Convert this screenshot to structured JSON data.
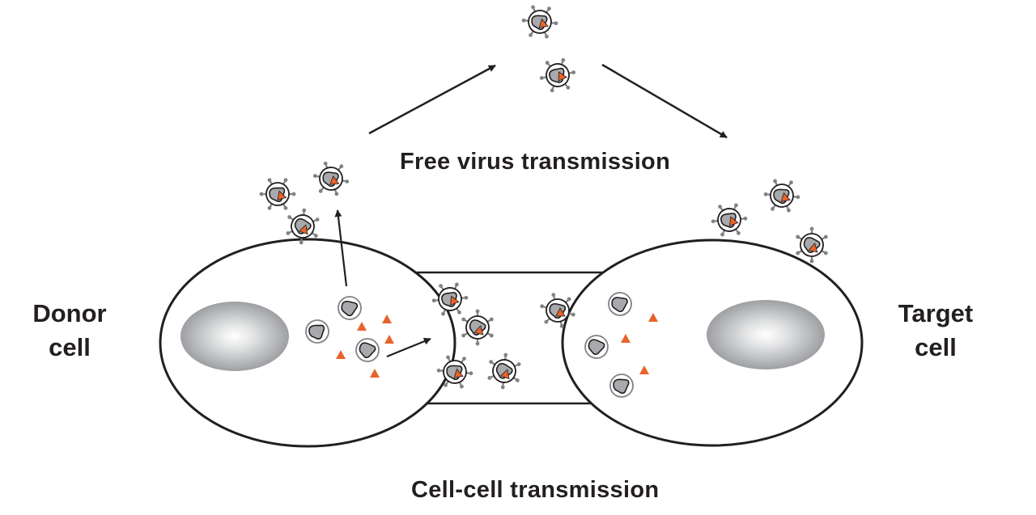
{
  "labels": {
    "free_virus": "Free virus transmission",
    "cell_cell": "Cell-cell transmission",
    "donor_line1": "Donor",
    "donor_line2": "cell",
    "target_line1": "Target",
    "target_line2": "cell"
  },
  "colors": {
    "outline": "#231f20",
    "capsid_fill": "#a7a9ac",
    "genome_triangle": "#e8632b",
    "spike": "#808285",
    "nucleus_center": "#ffffff",
    "nucleus_edge": "#9d9fa2"
  },
  "icons": {
    "virion": "virus-particle-icon",
    "vesicle": "immature-virion-icon",
    "genome": "viral-protein-triangle-icon"
  }
}
